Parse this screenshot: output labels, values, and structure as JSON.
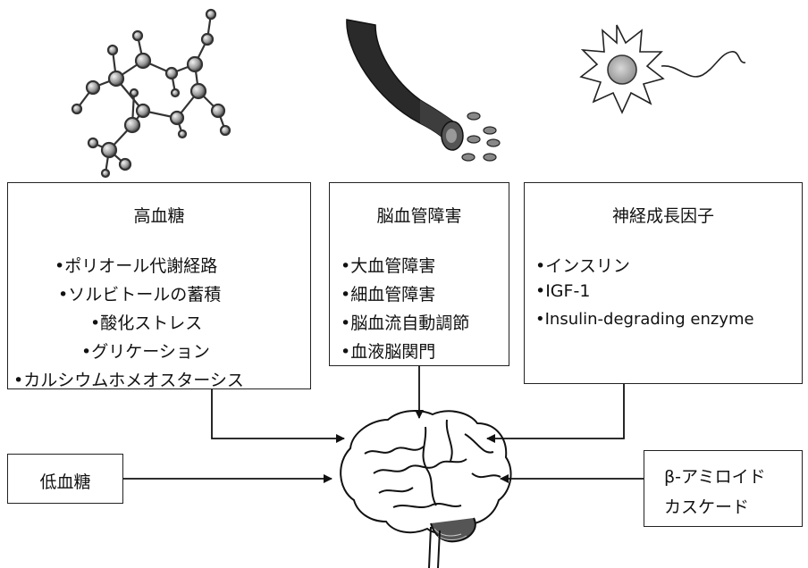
{
  "boxes": {
    "hyperglycemia": {
      "title": "高血糖",
      "items": [
        "•ポリオール代謝経路",
        "•ソルビトールの蓄積",
        "•酸化ストレス",
        "•グリケーション",
        "•カルシウムホメオスターシス"
      ]
    },
    "cerebrovascular": {
      "title": "脳血管障害",
      "items": [
        "•大血管障害",
        "•細血管障害",
        "•脳血流自動調節",
        "•血液脳関門"
      ]
    },
    "neurotrophic": {
      "title": "神経成長因子",
      "items": [
        "•インスリン",
        "•IGF-1",
        "•Insulin-degrading enzyme"
      ]
    },
    "hypoglycemia": {
      "label": "低血糖"
    },
    "amyloid": {
      "line1": "β-アミロイド",
      "line2": "カスケード"
    }
  }
}
